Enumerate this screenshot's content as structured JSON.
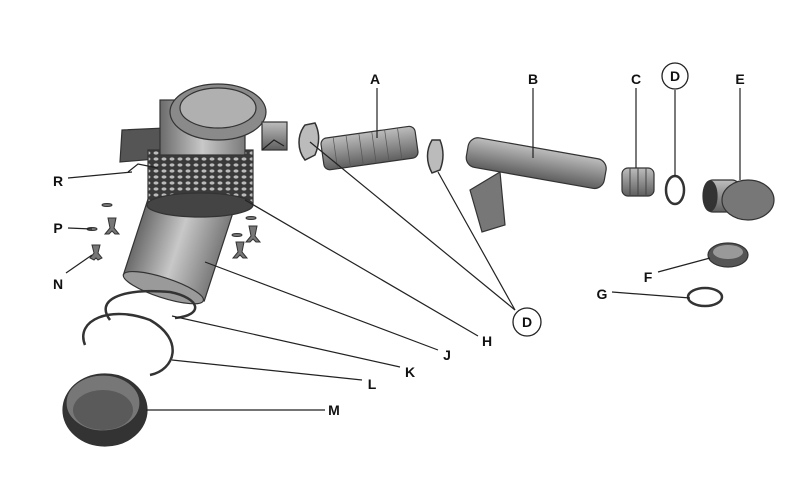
{
  "diagram": {
    "labels": {
      "A": "A",
      "B": "B",
      "C": "C",
      "D_top": "D",
      "E": "E",
      "F": "F",
      "G": "G",
      "H": "H",
      "J": "J",
      "K": "K",
      "L": "L",
      "M": "M",
      "N": "N",
      "P": "P",
      "R": "R",
      "D_bottom": "D"
    }
  }
}
